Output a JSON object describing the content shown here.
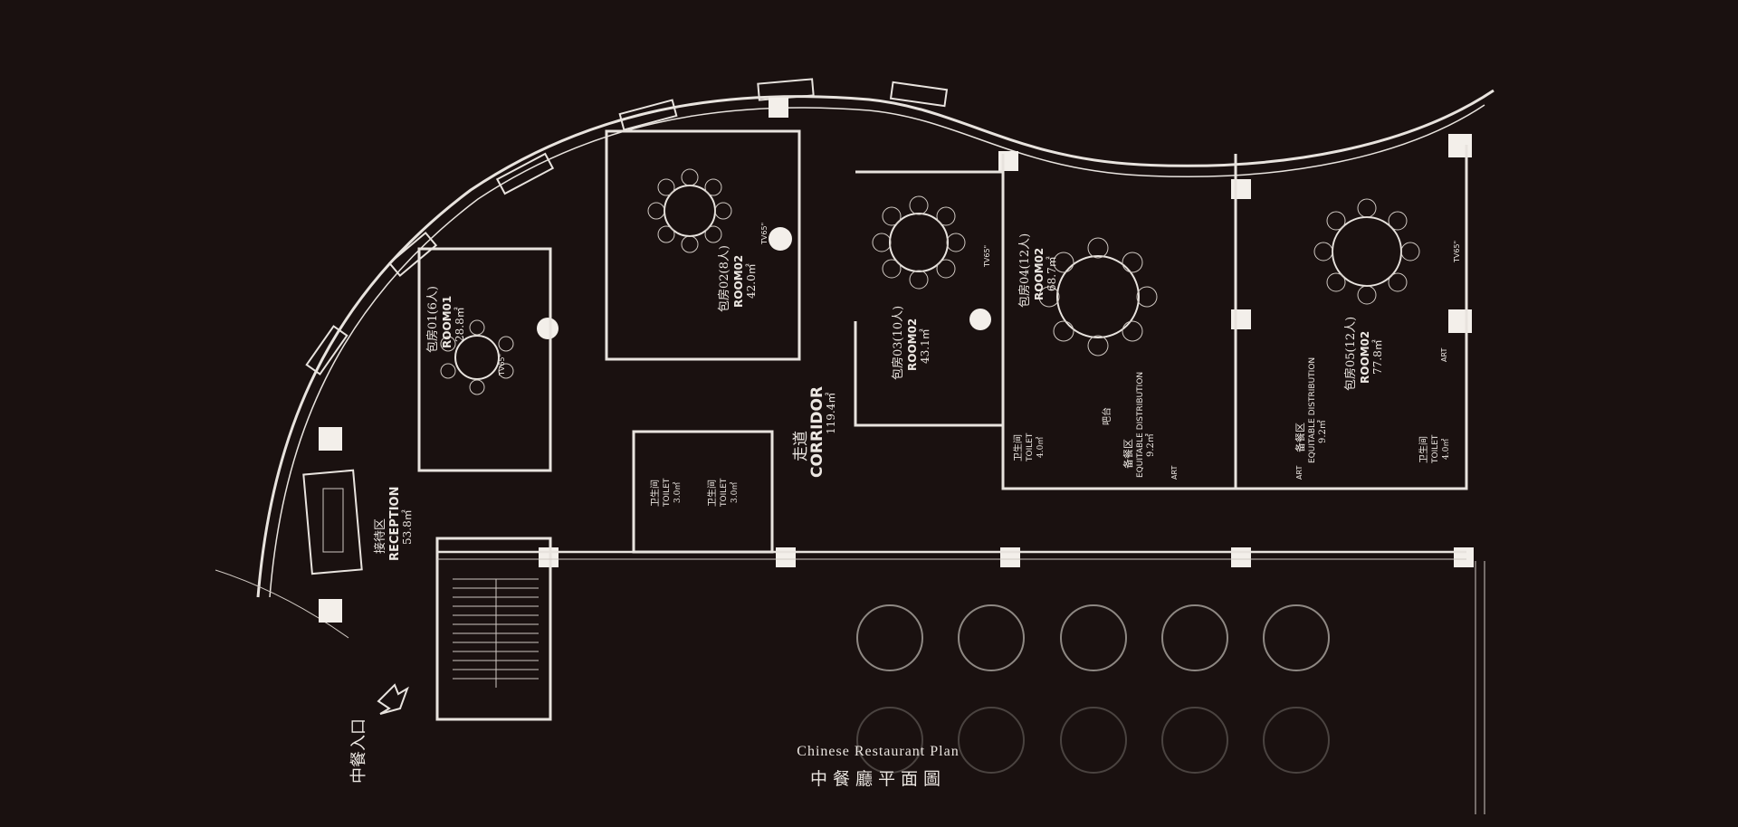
{
  "title": {
    "english": "Chinese Restaurant Plan",
    "chinese": "中餐廳平面圖"
  },
  "rooms": [
    {
      "name": "包房01(6人)",
      "code": "ROOM01",
      "area": "28.8㎡"
    },
    {
      "name": "包房02(8人)",
      "code": "ROOM02",
      "area": "42.0㎡"
    },
    {
      "name": "包房03(10人)",
      "code": "ROOM02",
      "area": "43.1㎡"
    },
    {
      "name": "包房04(12人)",
      "code": "ROOM02",
      "area": "68.7㎡"
    },
    {
      "name": "包房05(12人)",
      "code": "ROOM02",
      "area": "77.8㎡"
    }
  ],
  "corridor": {
    "cn": "走道",
    "en": "CORRIDOR",
    "area": "119.4㎡"
  },
  "reception": {
    "cn": "接待区",
    "en": "RECEPTION",
    "area": "53.8㎡"
  },
  "entrance": "中餐入口",
  "service": [
    {
      "cn": "备餐区",
      "en": "EQUITABLE DISTRIBUTION",
      "area": "9.2㎡"
    },
    {
      "cn": "备餐区",
      "en": "EQUITABLE DISTRIBUTION",
      "area": "9.2㎡"
    }
  ],
  "toilets": [
    {
      "cn": "卫生间",
      "en": "TOILET",
      "area": "4.0㎡"
    },
    {
      "cn": "卫生间",
      "en": "TOILET",
      "area": "3.0㎡"
    },
    {
      "cn": "卫生间",
      "en": "TOILET",
      "area": "3.0㎡"
    },
    {
      "cn": "卫生间",
      "en": "TOILET",
      "area": "4.0㎡"
    }
  ],
  "misc": {
    "tv": "TV65\"",
    "bar": "吧台",
    "art": "ART"
  }
}
